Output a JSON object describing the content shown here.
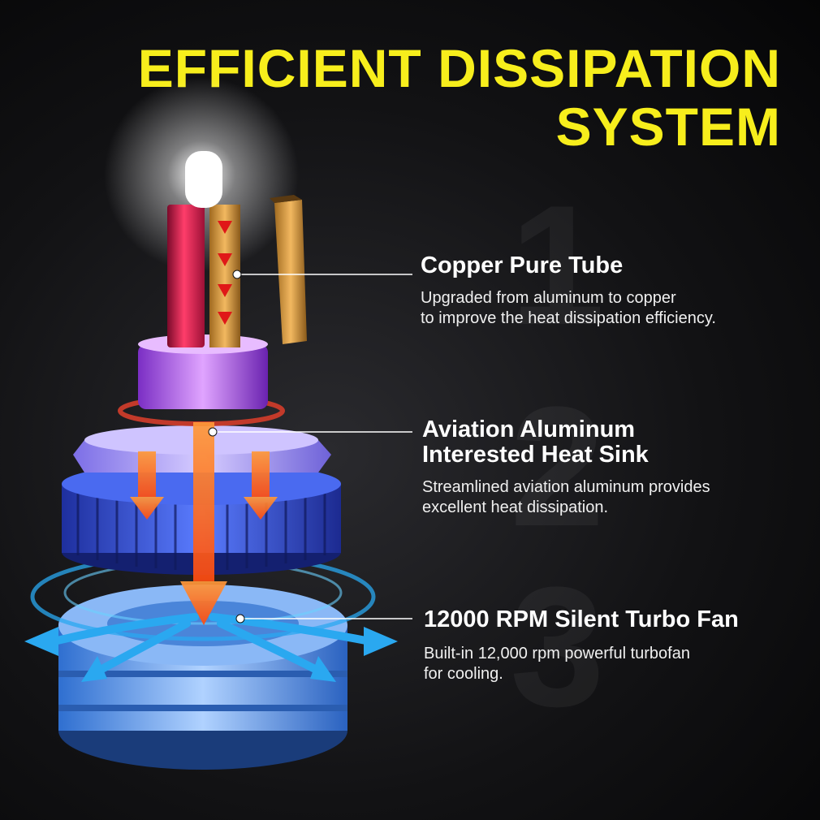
{
  "title": {
    "line1": "EFFICIENT DISSIPATION",
    "line2": "SYSTEM"
  },
  "watermark_numbers": [
    "1",
    "2",
    "3"
  ],
  "features": [
    {
      "heading": [
        "Copper Pure Tube"
      ],
      "description": [
        "Upgraded from aluminum to copper",
        "to improve the heat dissipation efficiency."
      ]
    },
    {
      "heading": [
        "Aviation Aluminum",
        "Interested Heat Sink"
      ],
      "description": [
        "Streamlined aviation aluminum provides",
        "excellent heat dissipation."
      ]
    },
    {
      "heading": [
        "12000 RPM Silent Turbo Fan"
      ],
      "description": [
        "Built-in 12,000 rpm powerful turbofan",
        "for cooling."
      ]
    }
  ],
  "colors": {
    "title": "#f7ee1c",
    "text": "#ffffff",
    "background": "#121214",
    "heat_arrow": "#ff6a1a",
    "airflow_arrow": "#2aa8f0",
    "base": "#b46ee8",
    "heat_sink": "#3a5ae0",
    "fan_body": "#5d96e6"
  }
}
